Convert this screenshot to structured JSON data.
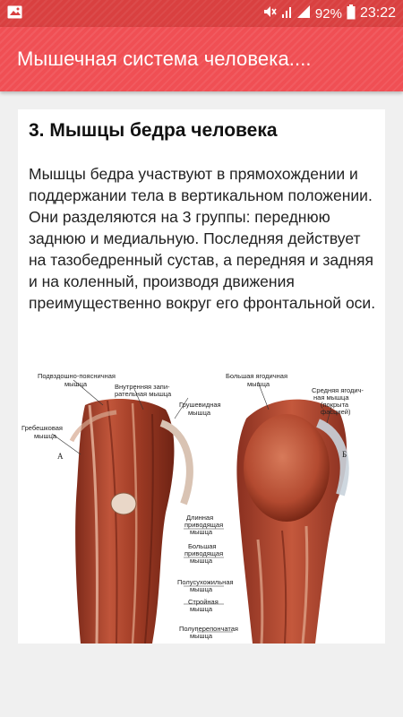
{
  "status_bar": {
    "battery": "92%",
    "time": "23:22",
    "icons": [
      "image-icon",
      "mute-icon",
      "wifi-icon",
      "signal-icon",
      "battery-icon"
    ]
  },
  "app_bar": {
    "title": "Мышечная система человека...."
  },
  "content": {
    "heading": "3. Мышцы бедра человека",
    "paragraph": "Мышцы бедра участвуют в прямохождении и поддержании тела в вертикальном положении. Они разделяются на 3 группы: переднюю заднюю и медиальную. Последняя действует на тазобедренный сустав, а передняя и задняя и на коленный, производя движения преимущественно вокруг его фронтальной оси.",
    "figure": {
      "label_a": "А",
      "label_b": "Б",
      "labels": {
        "iliopsoas_1": "Подвздошно-поясничная",
        "iliopsoas_2": "мышца",
        "obturator_1": "Внутренняя запи-",
        "obturator_2": "рательная мышца",
        "piriformis_1": "Грушевидная",
        "piriformis_2": "мышца",
        "gluteus_max": "Большая ягодичная",
        "gluteus_max_2": "мышца",
        "gluteus_med_1": "Средняя ягодич-",
        "gluteus_med_2": "ная мышца",
        "gluteus_med_3": "(покрыта",
        "gluteus_med_4": "фасцией)",
        "pectineus_1": "Гребешковая",
        "pectineus_2": "мышца",
        "adductor_long_1": "Длинная",
        "adductor_long_2": "приводящая",
        "adductor_long_3": "мышца",
        "adductor_mag_1": "Большая",
        "adductor_mag_2": "приводящая",
        "adductor_mag_3": "мышца",
        "semitendinosus_1": "Полусухожильная",
        "semitendinosus_2": "мышца",
        "gracilis_1": "Стройная",
        "gracilis_2": "мышца",
        "semimembranosus_1": "Полуперепончатая",
        "semimembranosus_2": "мышца"
      }
    }
  },
  "colors": {
    "status_bar": "#d94040",
    "app_bar": "#f04f54",
    "background": "#f0f0f0",
    "card": "#ffffff",
    "muscle": "#b5452e"
  }
}
